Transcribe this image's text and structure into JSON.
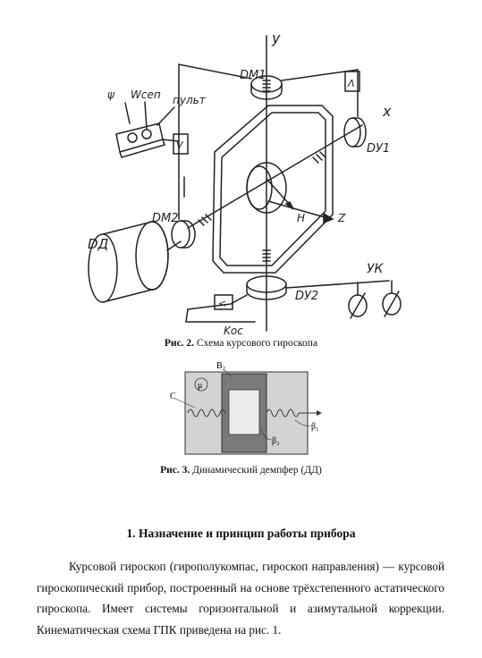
{
  "fig2": {
    "labels": {
      "y": "y",
      "dm1": "DM1",
      "x": "x",
      "du1": "DУ1",
      "v_small": "V",
      "wave_up": "Λ",
      "panel_psi": "ψ",
      "panel_w": "Wсеп",
      "panel_pult": "пульт",
      "dm2": "DM2",
      "dd": "DД",
      "h": "H",
      "z": "Z",
      "du2": "DУ2",
      "yk": "УК",
      "koc": "Kос",
      "lt": "<"
    },
    "caption_num": "Рис. 2.",
    "caption_text": " Схема курсового гироскопа"
  },
  "fig3": {
    "labels": {
      "b2_top": "B₂",
      "c": "C",
      "mu": "μ",
      "beta1": "β₁",
      "beta2": "β₂"
    },
    "caption_num": "Рис. 3.",
    "caption_text": " Динамический демпфер (ДД)"
  },
  "section": {
    "heading": "1. Назначение и принцип работы прибора",
    "paragraph": "Курсовой гироскоп (гирополукомпас, гироскоп направления) — курсовой гироскопический прибор, построенный на основе трёхстепенного астатического гироскопа. Имеет системы горизонтальной и азимутальной коррекции. Кинематическая схема ГПК приведена на рис. 1."
  }
}
